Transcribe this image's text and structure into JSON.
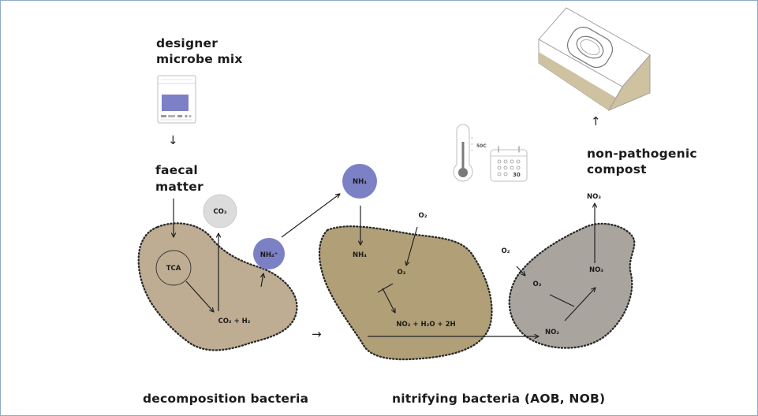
{
  "inputs": {
    "microbe_mix": {
      "line1": "designer",
      "line2": "microbe mix",
      "icon": "package-icon"
    },
    "faecal_matter": {
      "line1": "faecal",
      "line2": "matter"
    }
  },
  "stages": {
    "decomposition": {
      "caption": "decomposition bacteria",
      "tca": "TCA",
      "products": "CO₂ + H₂",
      "co2": "CO₂",
      "ammonium_out": "NH₄⁺"
    },
    "nitrification": {
      "caption": "nitrifying bacteria (AOB, NOB)",
      "ammonium": "NH₄",
      "ammonium_in": "NH₄",
      "oxygen_in": "O₂",
      "oxygen": "O₂",
      "products": "NO₂ + H₂O + 2H"
    },
    "nitrite_oxidation": {
      "oxygen_in": "O₂",
      "oxygen": "O₂",
      "nitrite": "NO₂",
      "nitrate": "NO₃",
      "nitrate_out": "NO₃"
    }
  },
  "conditions": {
    "temperature": "50C",
    "days": "30",
    "thermometer_icon": "thermometer-icon",
    "calendar_icon": "calendar-icon"
  },
  "output": {
    "line1": "non-pathogenic",
    "line2": "compost",
    "icon": "compost-bin-icon"
  },
  "arrows": {
    "down": "↓",
    "right": "→",
    "up": "↑"
  },
  "colors": {
    "decomposition_blob": "#bead93",
    "nitrification_blob": "#b1a077",
    "nitrite_oxidation_blob": "#a9a59e",
    "ammonium_circle": "#7c80c4",
    "co2_circle": "#dcdcdc",
    "compost_bin_side": "#cfc2a0"
  }
}
